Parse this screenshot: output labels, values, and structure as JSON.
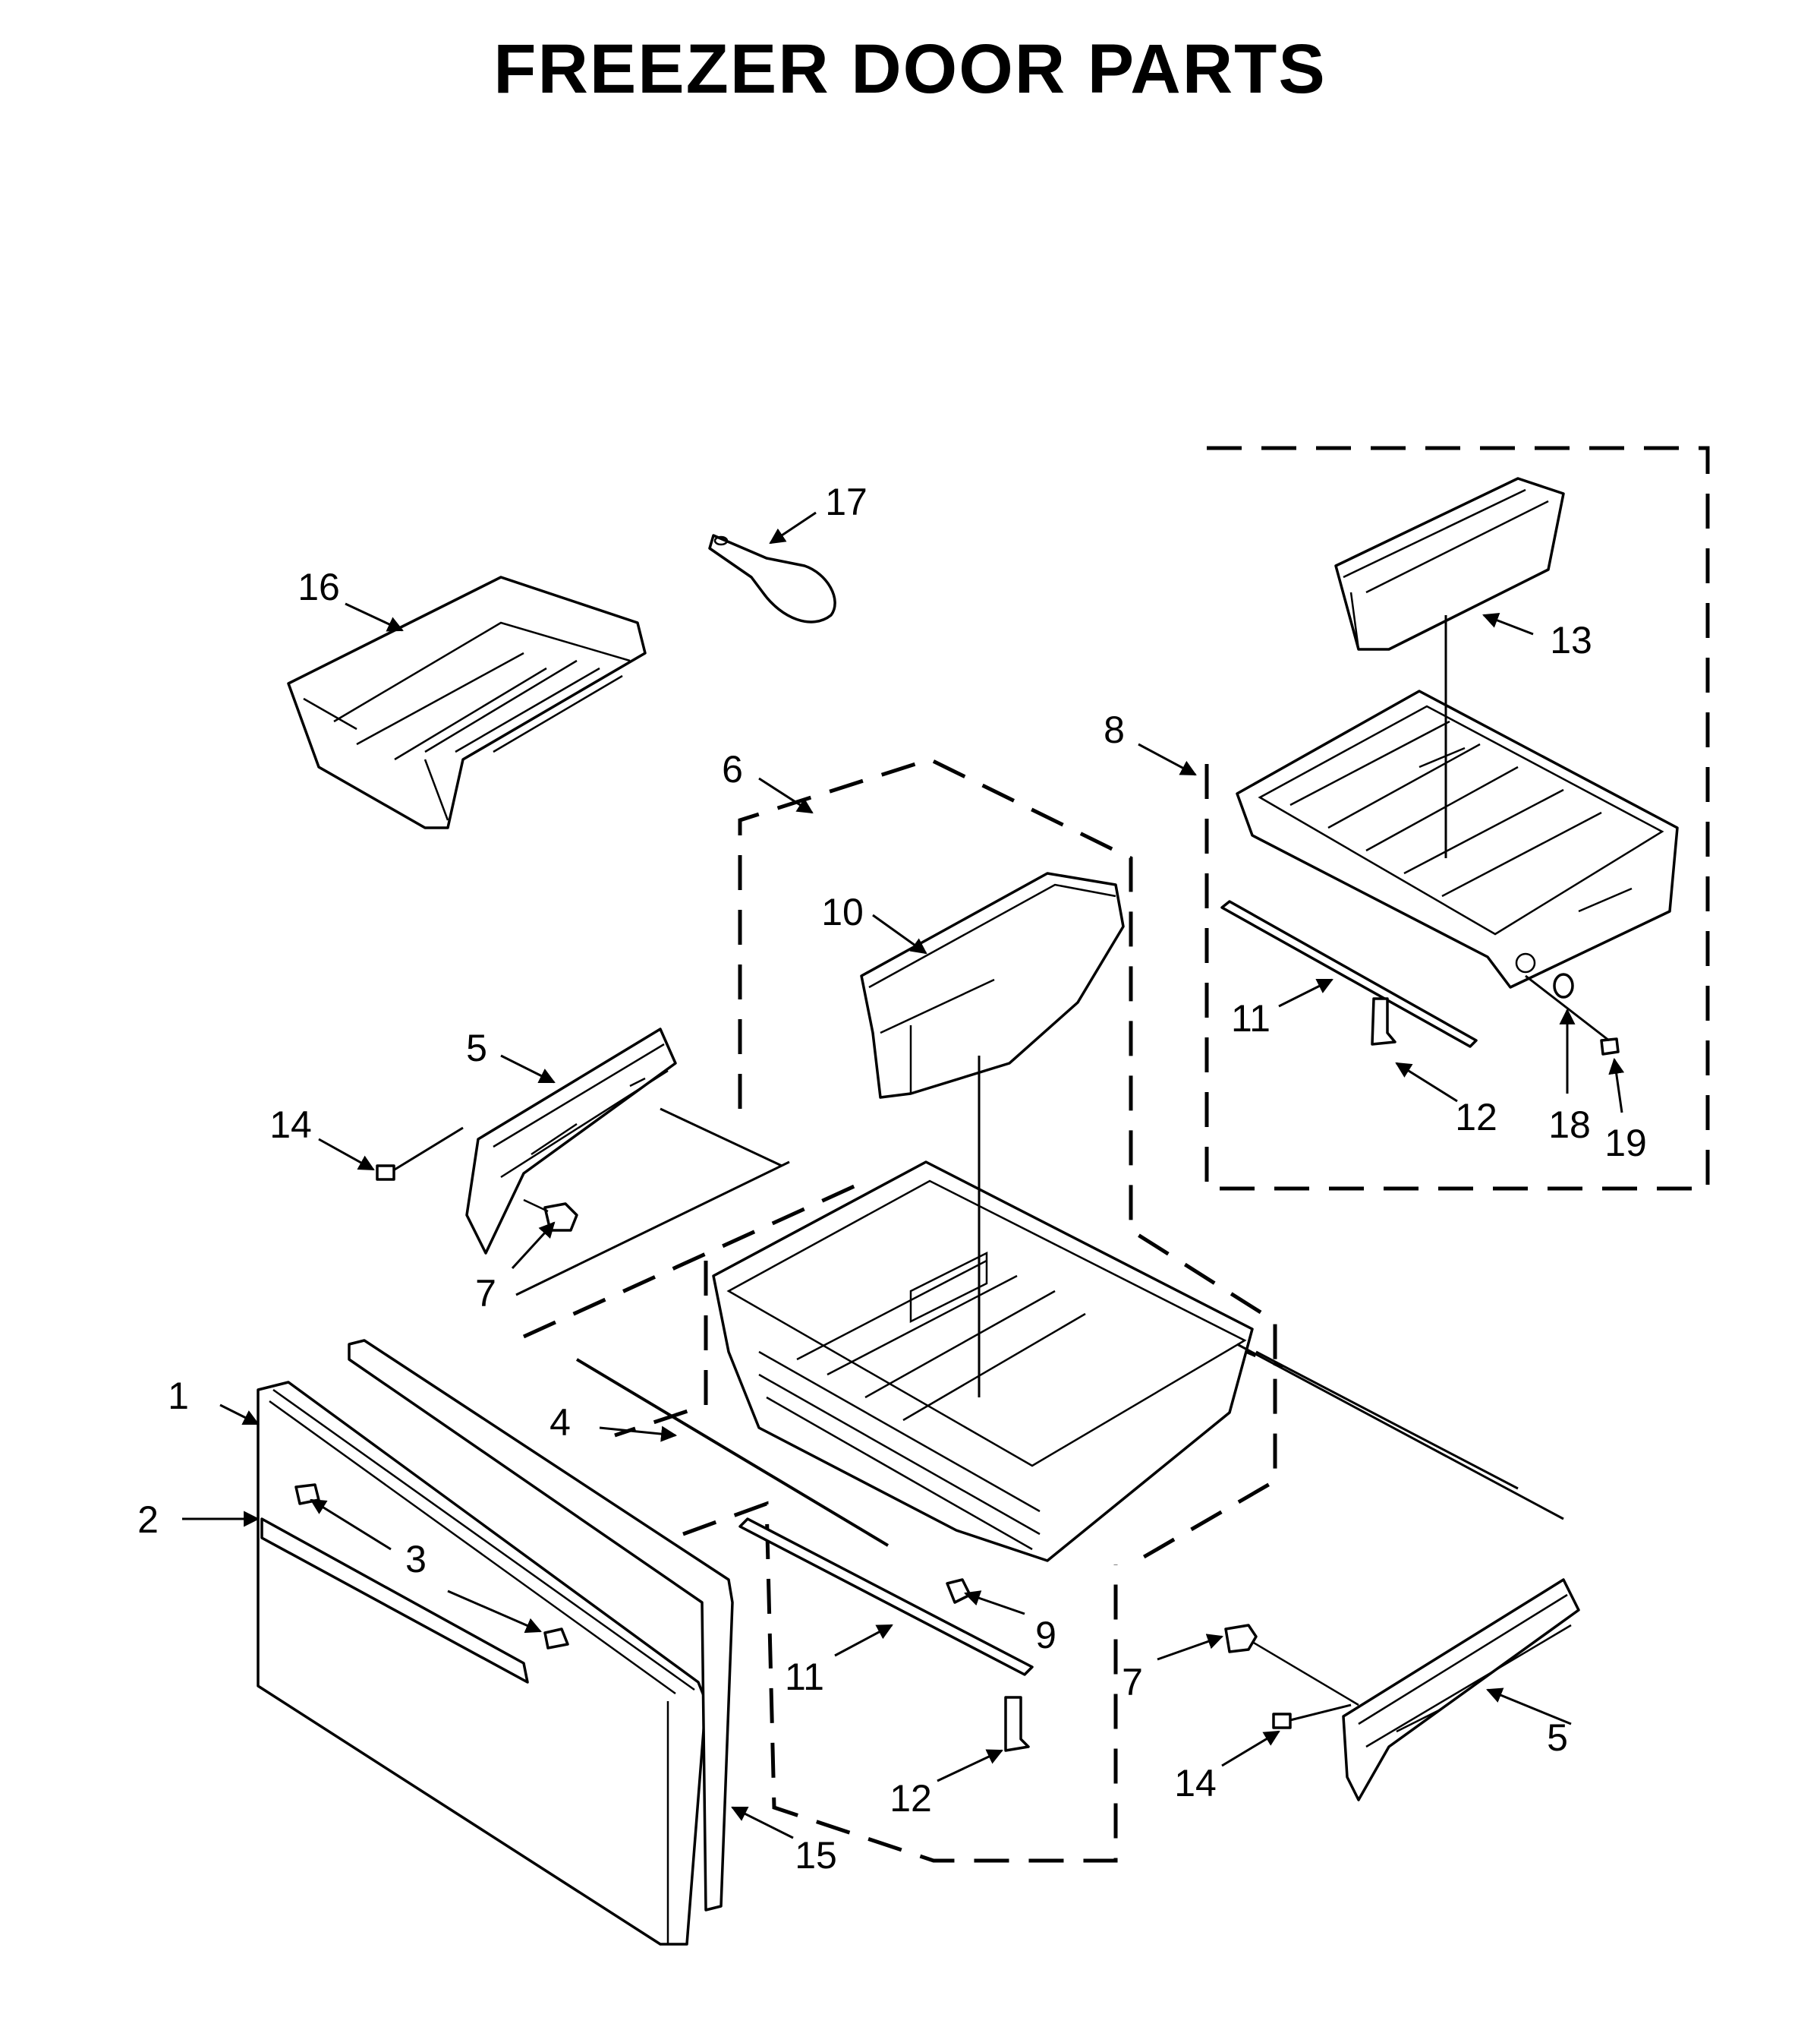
{
  "title": "FREEZER DOOR PARTS",
  "callouts": {
    "c1": "1",
    "c2": "2",
    "c3": "3",
    "c4": "4",
    "c5_left": "5",
    "c5_right": "5",
    "c6": "6",
    "c7_left": "7",
    "c7_right": "7",
    "c8": "8",
    "c9": "9",
    "c10": "10",
    "c11_mid": "11",
    "c11_right": "11",
    "c12_mid": "12",
    "c12_right": "12",
    "c13": "13",
    "c14_left": "14",
    "c14_right": "14",
    "c15": "15",
    "c16": "16",
    "c17": "17",
    "c18": "18",
    "c19": "19"
  }
}
